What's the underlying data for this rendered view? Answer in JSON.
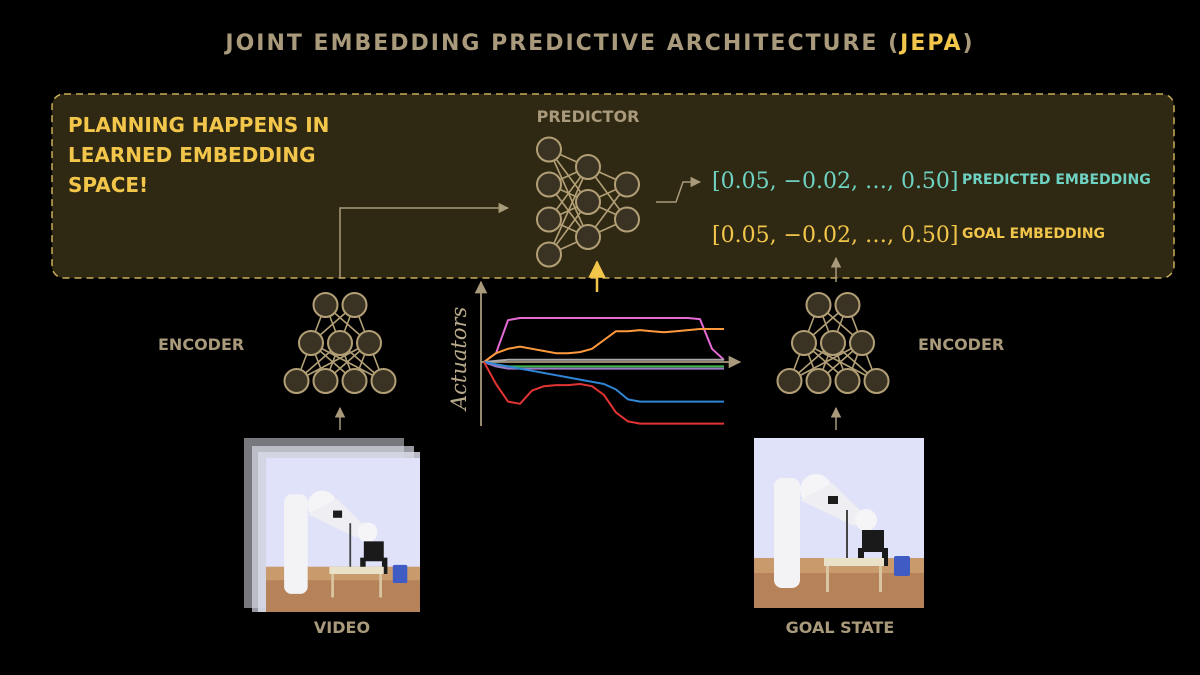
{
  "title": "JOINT EMBEDDING PREDICTIVE ARCHITECTURE (",
  "title_highlight": "JEPA",
  "title_end": ")",
  "planning_text": [
    "PLANNING HAPPENS IN",
    "LEARNED EMBEDDING",
    "SPACE!"
  ],
  "predictor_label": "PREDICTOR",
  "predicted_vector": "[0.05,  −0.02,  …,  0.50]",
  "predicted_label": "PREDICTED EMBEDDING",
  "goal_vector": "[0.05,  −0.02,  …,  0.50]",
  "goal_label": "GOAL EMBEDDING",
  "encoder_left_label": "ENCODER",
  "encoder_right_label": "ENCODER",
  "actuators_label": "Actuators",
  "video_label": "VIDEO",
  "goal_state_label": "GOAL STATE",
  "colors": {
    "background": "#000000",
    "panel_fill": "#2f2812",
    "panel_border": "#c9ae59",
    "muted_text": "#a99a7c",
    "accent_yellow": "#f2c64b",
    "accent_teal": "#6fd3c4",
    "network_node": "#3a3323",
    "network_stroke": "#b29f76"
  },
  "chart_data": {
    "type": "line",
    "title": "",
    "xlabel": "",
    "ylabel": "Actuators",
    "x": [
      0,
      3,
      6,
      9,
      12,
      15,
      18,
      21,
      24,
      27,
      30,
      33,
      36,
      39,
      42,
      45,
      48,
      51,
      54,
      57,
      60
    ],
    "series": [
      {
        "color": "#e66bd6",
        "values": [
          0,
          8,
          38,
          40,
          40,
          40,
          40,
          40,
          40,
          40,
          40,
          40,
          40,
          40,
          40,
          40,
          40,
          40,
          39,
          12,
          2
        ]
      },
      {
        "color": "#ff9a3c",
        "values": [
          0,
          8,
          12,
          14,
          12,
          10,
          8,
          8,
          9,
          12,
          20,
          28,
          28,
          29,
          28,
          27,
          28,
          29,
          30,
          30,
          30
        ]
      },
      {
        "color": "#a9a9a9",
        "values": [
          0,
          1,
          2,
          2,
          2,
          2,
          2,
          2,
          2,
          2,
          2,
          2,
          2,
          2,
          2,
          2,
          2,
          2,
          2,
          2,
          2
        ]
      },
      {
        "color": "#3cb54a",
        "values": [
          0,
          -3,
          -4,
          -4,
          -4,
          -4,
          -4,
          -4,
          -4,
          -4,
          -4,
          -4,
          -4,
          -4,
          -4,
          -4,
          -4,
          -4,
          -4,
          -4,
          -4
        ]
      },
      {
        "color": "#9b79c8",
        "values": [
          0,
          -4,
          -6,
          -6,
          -6,
          -6,
          -6,
          -6,
          -6,
          -6,
          -6,
          -6,
          -6,
          -6,
          -6,
          -6,
          -6,
          -6,
          -6,
          -6,
          -6
        ]
      },
      {
        "color": "#2f86d6",
        "values": [
          0,
          -2,
          -4,
          -6,
          -8,
          -10,
          -12,
          -14,
          -16,
          -18,
          -20,
          -25,
          -34,
          -36,
          -36,
          -36,
          -36,
          -36,
          -36,
          -36,
          -36
        ]
      },
      {
        "color": "#e33434",
        "values": [
          0,
          -20,
          -36,
          -38,
          -26,
          -22,
          -21,
          -21,
          -20,
          -22,
          -30,
          -46,
          -54,
          -56,
          -56,
          -56,
          -56,
          -56,
          -56,
          -56,
          -56
        ]
      }
    ],
    "grid": false
  }
}
